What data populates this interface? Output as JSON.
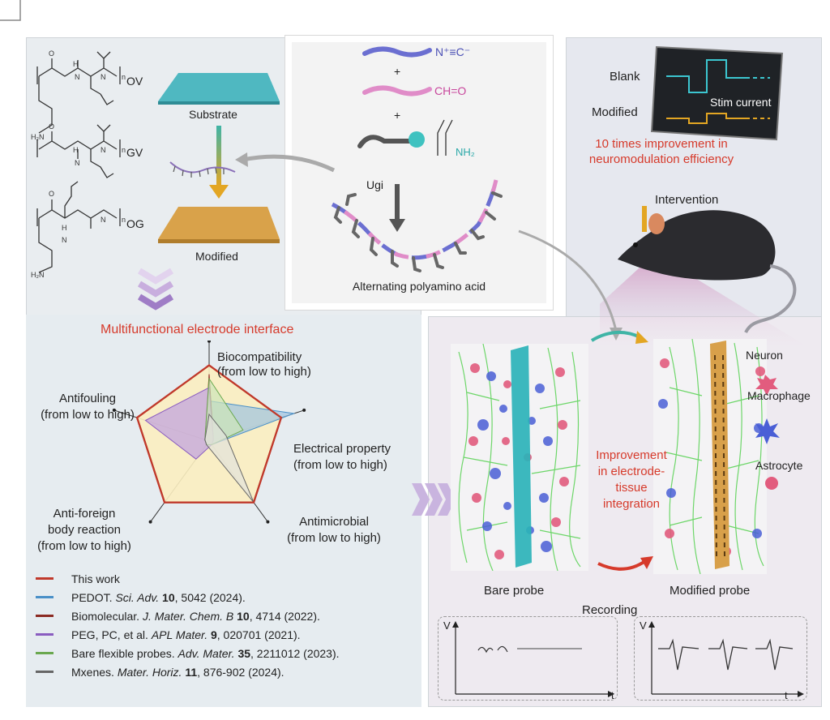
{
  "chemistry": {
    "ov": "OV",
    "gv": "GV",
    "og": "OG",
    "substrate": "Substrate",
    "modified": "Modified",
    "reagent_isocyanide": "N⁺≡C⁻",
    "reagent_aldehyde": "CH=O",
    "reagent_amine": "NH₂",
    "plus": "+",
    "ugi": "Ugi",
    "polymer_label": "Alternating polyamino acid"
  },
  "interface": {
    "title": "Multifunctional electrode interface"
  },
  "radar": {
    "axes": [
      "Biocompatibility (from low to high)",
      "Electrical property (from low to high)",
      "Antimicrobial (from low to high)",
      "Anti-foreign body reaction (from low to high)",
      "Antifouling (from low to high)"
    ],
    "axis_lines": {
      "biocompat_1": "Biocompatibility",
      "biocompat_2": "(from low to high)",
      "elec_1": "Electrical property",
      "elec_2": "(from low to high)",
      "antimic_1": "Antimicrobial",
      "antimic_2": "(from low to high)",
      "afbr_1": "Anti-foreign",
      "afbr_2": "body reaction",
      "afbr_3": "(from low to high)",
      "antif_1": "Antifouling",
      "antif_2": "(from low to high)"
    }
  },
  "chart_data": {
    "type": "radar",
    "axes": [
      "Biocompatibility",
      "Electrical property",
      "Antimicrobial",
      "Anti-foreign body reaction",
      "Antifouling"
    ],
    "series": [
      {
        "name": "This work",
        "color": "#c0392b",
        "fill": "#fbeec0",
        "values": [
          0.85,
          0.85,
          0.85,
          0.85,
          0.85
        ]
      },
      {
        "name": "PEDOT",
        "color": "#4a90c8",
        "fill": "#9ec3e0",
        "values": [
          0.45,
          1.0,
          0.05,
          0.05,
          0.05
        ]
      },
      {
        "name": "Biomolecular",
        "color": "#8b2a22",
        "fill": "#eeb8b0",
        "values": [
          0.75,
          0.05,
          0.05,
          0.05,
          0.05
        ]
      },
      {
        "name": "PEG, PC, et al.",
        "color": "#8a5cc0",
        "fill": "#bf9fe0",
        "values": [
          0.6,
          0.05,
          0.05,
          0.25,
          0.75
        ]
      },
      {
        "name": "Bare flexible probes",
        "color": "#6aa84f",
        "fill": "#cde6b9",
        "values": [
          0.7,
          0.4,
          0.05,
          0.05,
          0.05
        ]
      },
      {
        "name": "Mxenes",
        "color": "#666666",
        "fill": "#e2e2dc",
        "values": [
          0.3,
          0.2,
          0.85,
          0.05,
          0.05
        ]
      }
    ]
  },
  "legend": [
    {
      "text": "This work",
      "color": "#c0392b"
    },
    {
      "text_html": "PEDOT. <i>Sci. Adv.</i> <b>10</b>, 5042 (2024).",
      "color": "#4a90c8"
    },
    {
      "text_html": "Biomolecular. <i>J. Mater. Chem. B</i> <b>10</b>, 4714 (2022).",
      "color": "#8b2a22"
    },
    {
      "text_html": "PEG, PC, et al. <i>APL Mater.</i> <b>9</b>, 020701 (2021).",
      "color": "#8a5cc0"
    },
    {
      "text_html": "Bare flexible probes. <i>Adv. Mater.</i> <b>35</b>, 2211012 (2023).",
      "color": "#6aa84f"
    },
    {
      "text_html": "Mxenes. <i>Mater. Horiz.</i> <b>11</b>, 876-902 (2024).",
      "color": "#666666"
    }
  ],
  "right": {
    "blank": "Blank",
    "modified": "Modified",
    "stim_current": "Stim current",
    "improvement_1": "10 times improvement in",
    "improvement_2": "neuromodulation efficiency",
    "intervention": "Intervention",
    "neuron": "Neuron",
    "macrophage": "Macrophage",
    "astrocyte": "Astrocyte",
    "integration_1": "Improvement",
    "integration_2": "in electrode-",
    "integration_3": "tissue",
    "integration_4": "integration",
    "bare_probe": "Bare probe",
    "modified_probe": "Modified probe",
    "recording": "Recording",
    "axis_v": "V",
    "axis_t": "t"
  },
  "colors": {
    "accent_red": "#d63a2b",
    "probe_cyan": "#2bb3b9",
    "probe_gold": "#d8a04a",
    "panel_bg": "#e8edf1"
  }
}
